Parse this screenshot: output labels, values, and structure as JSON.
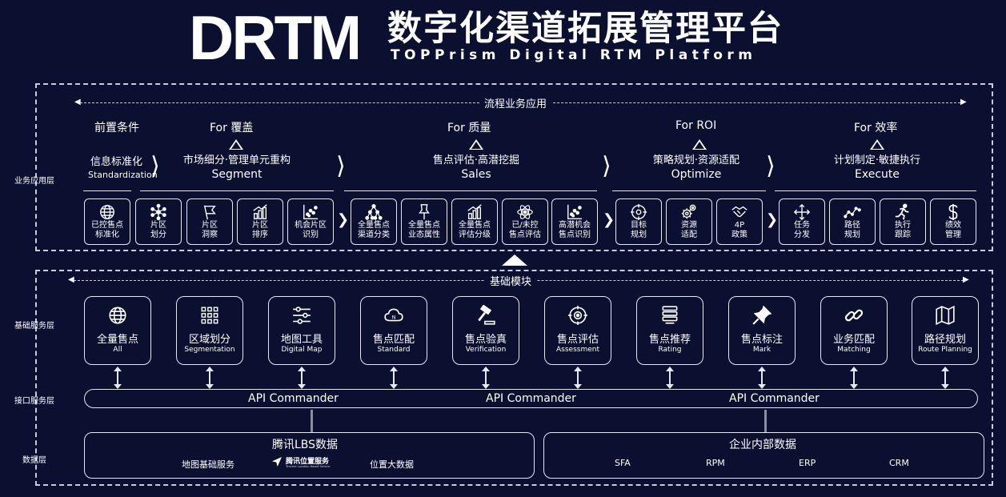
{
  "header": {
    "logo": "DRTM",
    "title_cn": "数字化渠道拓展管理平台",
    "title_en": "TOPPrism Digital RTM Platform"
  },
  "layers": {
    "business": "业务应用层",
    "base": "基础服务层",
    "interface": "接口服务层",
    "data": "数据层"
  },
  "flow": {
    "title": "流程业务应用",
    "precondition": "前置条件",
    "categories": [
      {
        "for": "For 覆盖",
        "cn": "市场细分·管理单元重构",
        "en": "Segment"
      },
      {
        "for": "For 质量",
        "cn": "售点评估·高潜挖掘",
        "en": "Sales"
      },
      {
        "for": "For ROI",
        "cn": "策略规划·资源适配",
        "en": "Optimize"
      },
      {
        "for": "For 效率",
        "cn": "计划制定·敏捷执行",
        "en": "Execute"
      }
    ],
    "standardization": {
      "cn": "信息标准化",
      "en": "Standardization"
    },
    "tiles": [
      {
        "icon": "globe-icon",
        "l1": "已控售点",
        "l2": "标准化"
      },
      {
        "icon": "network-icon",
        "l1": "片区",
        "l2": "划分"
      },
      {
        "icon": "flag-icon",
        "l1": "片区",
        "l2": "洞察"
      },
      {
        "icon": "bar-chart-icon",
        "l1": "片区",
        "l2": "排序"
      },
      {
        "icon": "scatter-chart-icon",
        "l1": "机会片区",
        "l2": "识别"
      },
      {
        "icon": "hierarchy-icon",
        "l1": "全量售点",
        "l2": "渠道分类"
      },
      {
        "icon": "pin-icon",
        "l1": "全量售点",
        "l2": "业态属性"
      },
      {
        "icon": "bar-chart-icon",
        "l1": "全量售点",
        "l2": "评估分级"
      },
      {
        "icon": "atom-icon",
        "l1": "已/未控",
        "l2": "售点评估"
      },
      {
        "icon": "scatter-chart-icon",
        "l1": "高潜机会",
        "l2": "售点识别"
      },
      {
        "icon": "target-icon",
        "l1": "目标",
        "l2": "规划"
      },
      {
        "icon": "gears-icon",
        "l1": "资源",
        "l2": "适配"
      },
      {
        "icon": "handshake-icon",
        "l1": "4P",
        "l2": "政策"
      },
      {
        "icon": "move-icon",
        "l1": "任务",
        "l2": "分发"
      },
      {
        "icon": "route-icon",
        "l1": "路径",
        "l2": "规划"
      },
      {
        "icon": "runner-icon",
        "l1": "执行",
        "l2": "跟踪"
      },
      {
        "icon": "dollar-icon",
        "l1": "绩效",
        "l2": "管理"
      }
    ]
  },
  "base_modules": {
    "title": "基础模块",
    "modules": [
      {
        "icon": "globe-icon",
        "cn": "全量售点",
        "en": "All"
      },
      {
        "icon": "grid-icon",
        "cn": "区域划分",
        "en": "Segmentation"
      },
      {
        "icon": "sliders-icon",
        "cn": "地图工具",
        "en": "Digital Map"
      },
      {
        "icon": "cloud-icon",
        "cn": "售点匹配",
        "en": "Standard"
      },
      {
        "icon": "gavel-icon",
        "cn": "售点验真",
        "en": "Verification"
      },
      {
        "icon": "crosshair-icon",
        "cn": "售点评估",
        "en": "Assessment"
      },
      {
        "icon": "list-icon",
        "cn": "售点推荐",
        "en": "Rating"
      },
      {
        "icon": "pushpin-icon",
        "cn": "售点标注",
        "en": "Mark"
      },
      {
        "icon": "link-icon",
        "cn": "业务匹配",
        "en": "Matching"
      },
      {
        "icon": "map-icon",
        "cn": "路径规划",
        "en": "Route Planning"
      }
    ]
  },
  "api": {
    "labels": [
      "API Commander",
      "API Commander",
      "API Commander"
    ]
  },
  "data": {
    "lbs": {
      "title": "腾讯LBS数据",
      "left": "地图基础服务",
      "logo_text": "腾讯位置服务",
      "logo_sub": "Tencent Location Based Service",
      "right": "位置大数据"
    },
    "internal": {
      "title": "企业内部数据",
      "items": [
        "SFA",
        "RPM",
        "ERP",
        "CRM"
      ]
    }
  }
}
